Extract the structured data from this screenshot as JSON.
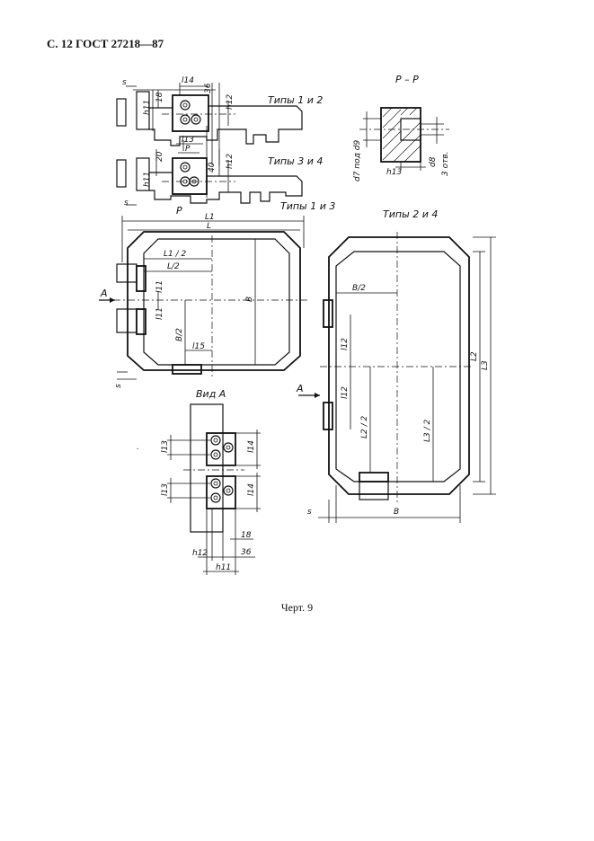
{
  "header": {
    "text": "С. 12 ГОСТ 27218—87"
  },
  "caption": "Черт. 9",
  "views": {
    "types_1_2": "Типы 1 и 2",
    "types_3_4": "Типы 3 и 4",
    "types_1_3": "Типы 1 и 3",
    "types_2_4": "Типы 2 и 4",
    "section": "Р – Р",
    "view_a": "Вид А"
  },
  "labels": {
    "s": "s",
    "l14": "l14",
    "b36": "36",
    "b18": "18",
    "h11": "h11",
    "h12": "h12",
    "l13": "l13",
    "p": "P",
    "b20": "20",
    "b40": "40",
    "L1": "L1",
    "L": "L",
    "L1_2": "L1 / 2",
    "L_2": "L/2",
    "A": "A",
    "l11": "l11",
    "B": "B",
    "B_2": "B/2",
    "l15": "l15",
    "l12": "l12",
    "L2": "L2",
    "L3": "L3",
    "L2_2": "L2 / 2",
    "L3_2": "L3 / 2",
    "d7": "d7 под d9",
    "d8": "d8",
    "h13": "h13",
    "otv": "3 отв."
  }
}
